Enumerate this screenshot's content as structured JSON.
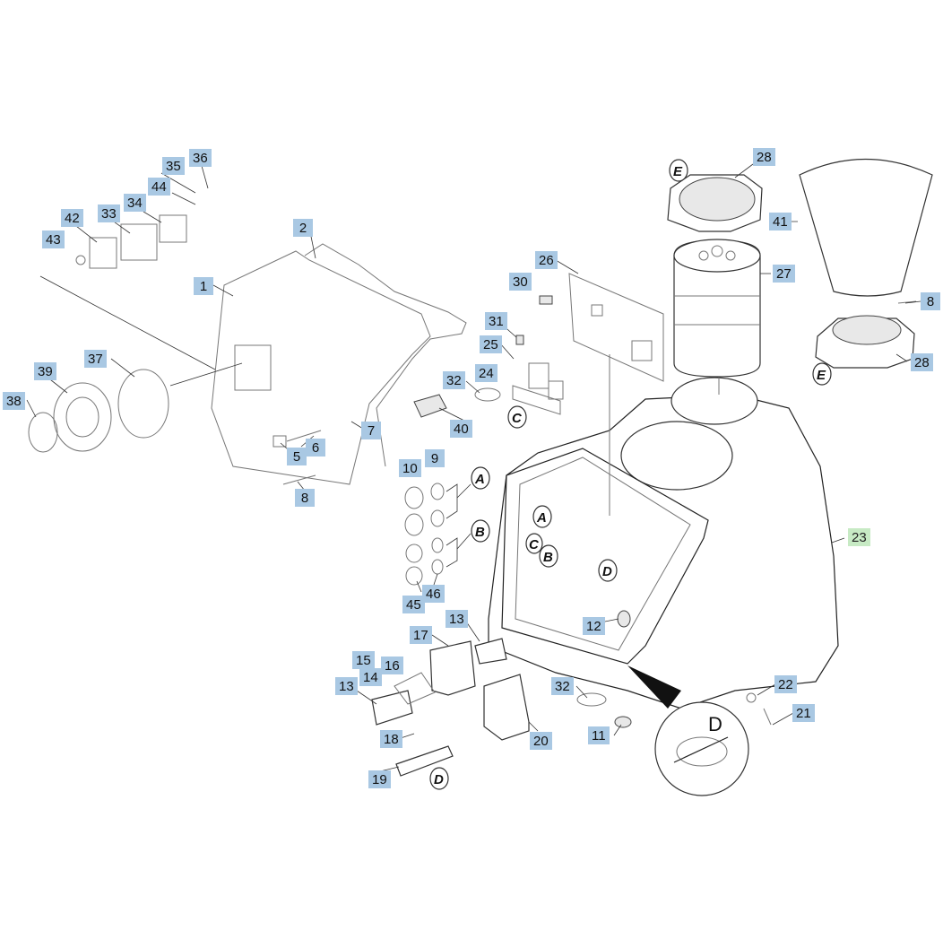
{
  "diagram": {
    "callouts": [
      "1",
      "2",
      "5",
      "6",
      "7",
      "8",
      "8",
      "9",
      "10",
      "11",
      "12",
      "13",
      "13",
      "14",
      "15",
      "16",
      "17",
      "18",
      "19",
      "20",
      "21",
      "22",
      "23",
      "24",
      "25",
      "26",
      "27",
      "28",
      "28",
      "30",
      "31",
      "32",
      "32",
      "33",
      "34",
      "35",
      "36",
      "37",
      "38",
      "39",
      "40",
      "41",
      "42",
      "43",
      "44",
      "45",
      "46"
    ],
    "highlight_color": "#c7eac4",
    "callout_color": "#a9c8e3",
    "detail_letters": [
      "A",
      "A",
      "B",
      "B",
      "C",
      "C",
      "D",
      "D",
      "E",
      "E"
    ],
    "detail_zoom_letter": "D"
  }
}
